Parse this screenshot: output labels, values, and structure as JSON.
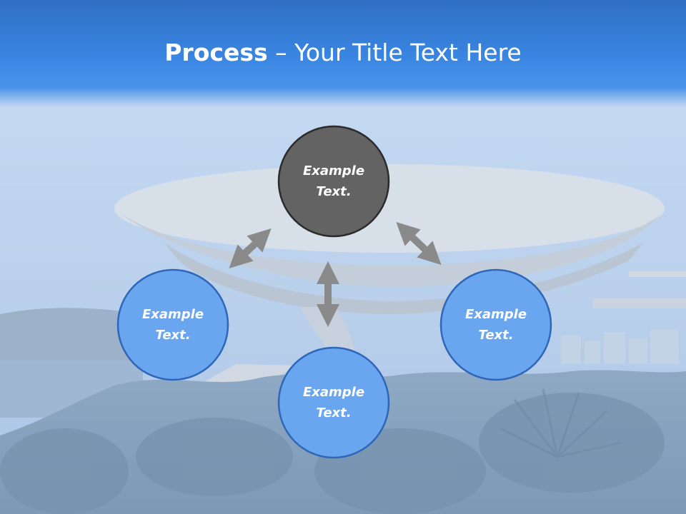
{
  "title": {
    "bold": "Process",
    "dash": " – ",
    "rest": "Your Title Text Here"
  },
  "nodes": [
    {
      "id": "top",
      "label_line1": "Example",
      "label_line2": "Text.",
      "fill": "#636363",
      "stroke": "#2b2b2b"
    },
    {
      "id": "left",
      "label_line1": "Example",
      "label_line2": "Text.",
      "fill": "#6aa5ef",
      "stroke": "#2f67b8"
    },
    {
      "id": "right",
      "label_line1": "Example",
      "label_line2": "Text.",
      "fill": "#6aa5ef",
      "stroke": "#2f67b8"
    },
    {
      "id": "bottom",
      "label_line1": "Example",
      "label_line2": "Text.",
      "fill": "#6aa5ef",
      "stroke": "#2f67b8"
    }
  ],
  "colors": {
    "title_bar": "#3a86e2",
    "arrow": "#8a8a8a"
  }
}
